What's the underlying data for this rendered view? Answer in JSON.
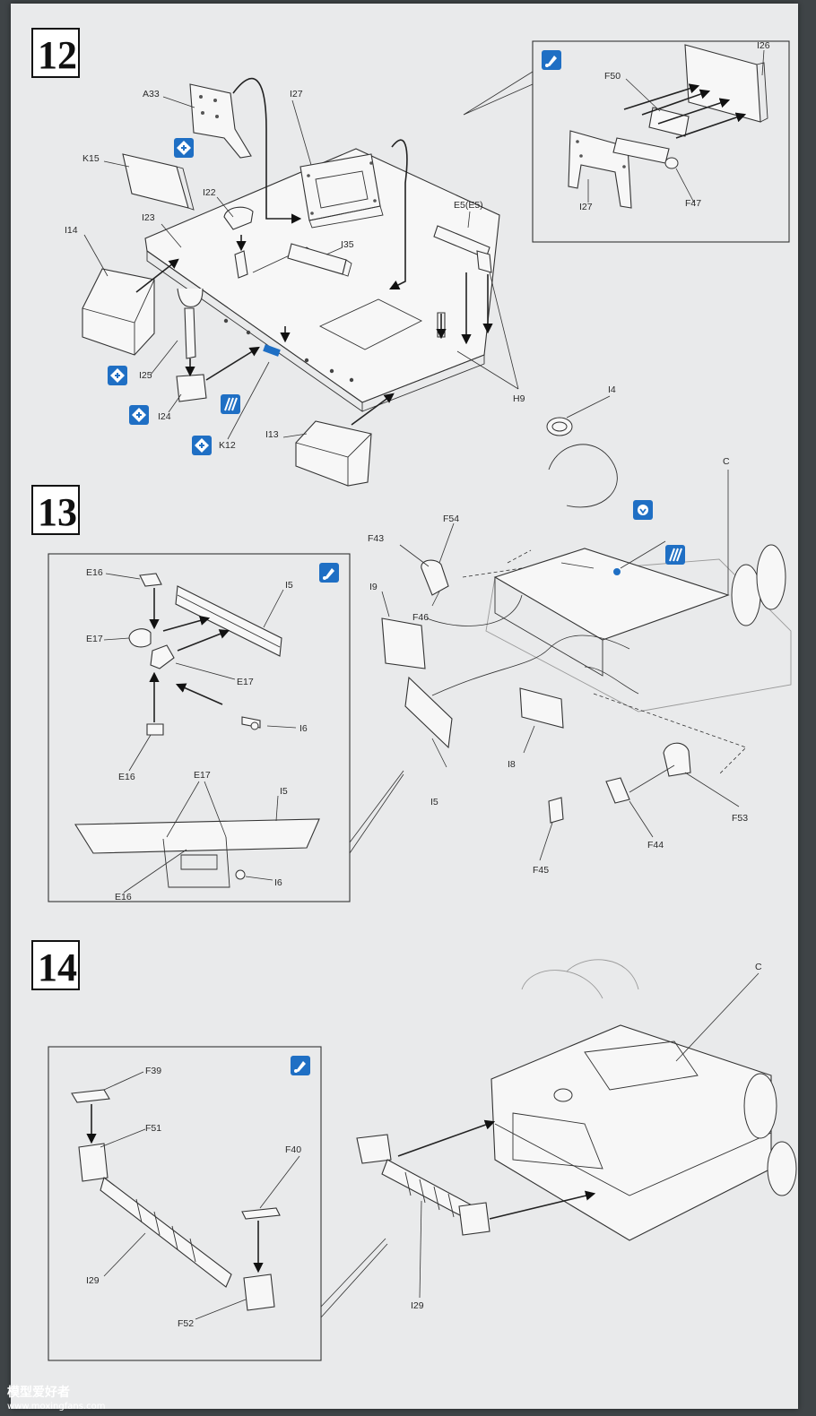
{
  "steps": [
    {
      "number": "12",
      "labels": [
        "A33",
        "I27",
        "K15",
        "I22",
        "I23",
        "I14",
        "I35",
        "E5(E5)",
        "I25",
        "I24",
        "K12",
        "I13",
        "H9",
        "F50",
        "I26",
        "I27",
        "F47"
      ],
      "icons": [
        "glue-icon",
        "assemble-both-sides-icon",
        "paint-stripe-icon"
      ]
    },
    {
      "number": "13",
      "labels": [
        "E16",
        "I5",
        "E17",
        "E17",
        "I6",
        "E16",
        "E17",
        "I5",
        "E16",
        "I6",
        "F43",
        "F54",
        "I9",
        "F46",
        "I4",
        "C",
        "I8",
        "I5",
        "F53",
        "F44",
        "F45"
      ],
      "icons": [
        "glue-icon",
        "remove-icon",
        "paint-stripe-icon"
      ]
    },
    {
      "number": "14",
      "labels": [
        "F39",
        "F51",
        "F40",
        "I29",
        "F52",
        "C",
        "I29"
      ],
      "icons": [
        "glue-icon"
      ]
    }
  ],
  "watermark": {
    "name": "模型爱好者",
    "url": "www.moxingfans.com"
  }
}
